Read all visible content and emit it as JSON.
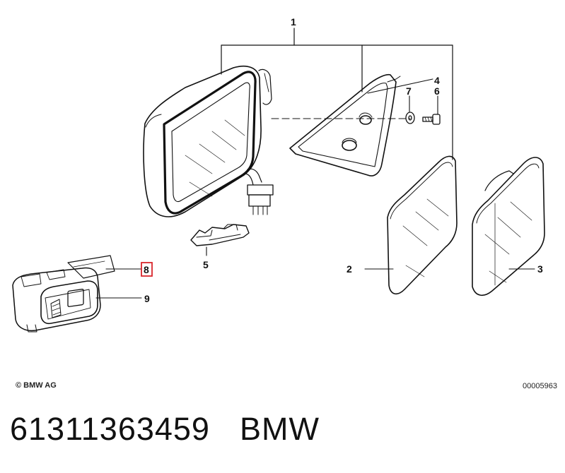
{
  "diagram": {
    "callouts": {
      "c1": "1",
      "c2": "2",
      "c3": "3",
      "c4": "4",
      "c5": "5",
      "c6": "6",
      "c7": "7",
      "c8": "8",
      "c9": "9"
    },
    "highlighted_callout": "8",
    "highlight_color": "#d9262c"
  },
  "footer": {
    "copyright": "© BMW AG",
    "drawing_number": "00005963"
  },
  "caption": {
    "part_number": "61311363459",
    "brand": "BMW"
  }
}
